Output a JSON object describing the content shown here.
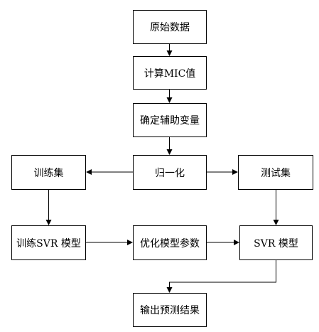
{
  "diagram": {
    "nodes": {
      "raw_data": "原始数据",
      "compute_mic": "计算MIC值",
      "aux_vars": "确定辅助变量",
      "normalize": "归一化",
      "train_set": "训练集",
      "test_set": "测试集",
      "train_svr": "训练SVR 模型",
      "optimize_params": "优化模型参数",
      "svr_model": "SVR 模型",
      "output": "输出预测结果"
    },
    "edges": [
      {
        "from": "raw_data",
        "to": "compute_mic"
      },
      {
        "from": "compute_mic",
        "to": "aux_vars"
      },
      {
        "from": "aux_vars",
        "to": "normalize"
      },
      {
        "from": "normalize",
        "to": "train_set"
      },
      {
        "from": "normalize",
        "to": "test_set"
      },
      {
        "from": "train_set",
        "to": "train_svr"
      },
      {
        "from": "train_svr",
        "to": "optimize_params"
      },
      {
        "from": "optimize_params",
        "to": "svr_model"
      },
      {
        "from": "test_set",
        "to": "svr_model"
      },
      {
        "from": "svr_model",
        "to": "output"
      }
    ]
  }
}
